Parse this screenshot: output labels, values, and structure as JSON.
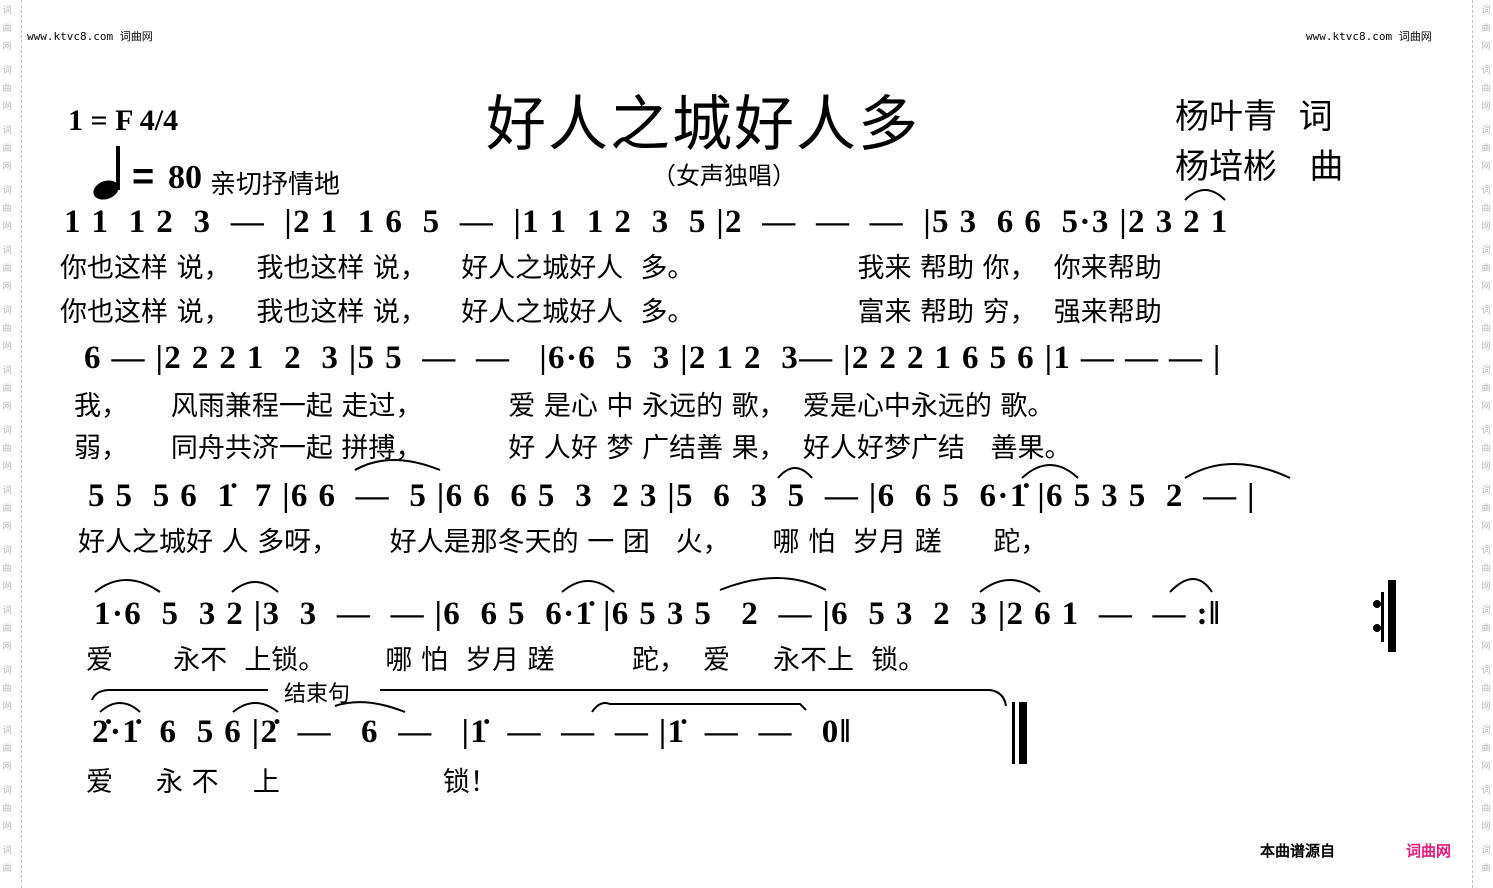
{
  "watermark": {
    "site_left": "www.ktvc8.com 词曲网",
    "site_right": "www.ktvc8.com 词曲网",
    "side_chars": [
      "词",
      "曲",
      "网"
    ]
  },
  "header": {
    "key_signature": "1 = F 4/4",
    "tempo_equals": "=",
    "tempo_bpm": "80",
    "expression": "亲切抒情地",
    "title": "好人之城好人多",
    "subtitle": "（女声独唱）",
    "lyricist": "杨叶青  词",
    "composer": "杨培彬   曲"
  },
  "score": {
    "lines": [
      {
        "notes": "1 1  1 2  3  —  |2 1  1 6  5  —  |1 1  1 2  3  5 |2  —  —  —  |5 3  6 6  5·3 |2 3 2 1",
        "lyrics": [
          "你也这样 说，   我也这样 说，    好人之城好人  多。                   我来 帮助 你，  你来帮助",
          "你也这样 说，   我也这样 说，    好人之城好人  多。                   富来 帮助 穷，  强来帮助"
        ]
      },
      {
        "notes": "6 — |2 2 2 1  2  3 |5 5  —  —   |6·6  5  3 |2 1 2  3— |2 2 2 1 6 5 6 |1 — — — |",
        "lyrics": [
          "我，     风雨兼程一起 走过，          爱 是心 中 永远的 歌，  爱是心中永远的 歌。",
          "弱，     同舟共济一起 拼搏，          好 人好 梦 广结善 果，  好人好梦广结   善果。"
        ]
      },
      {
        "notes": "5 5  5 6  1̇  7 |6 6  —  5 |6 6  6 5  3  2 3 |5  6  3  5  — |6  6 5  6·1̇ |6 5 3 5  2  — |",
        "lyrics": [
          "好人之城好 人 多呀，      好人是那冬天的 一 团   火，     哪 怕  岁月 蹉      跎，"
        ]
      },
      {
        "notes": "1·6  5  3 2 |3  3  —  — |6  6 5  6·1̇ |6 5 3 5   2  — |6  5 3  2  3 |2 6 1  —  — :‖",
        "lyrics": [
          "爱       永不  上锁。       哪 怕  岁月 蹉         跎，  爱     永不上  锁。"
        ]
      },
      {
        "ending_label": "结束句",
        "notes": "2̇·1̇  6  5 6 |2̇  —   6  —   |1̇  —  —  — |1̇  —  —   0‖",
        "lyrics": [
          "爱     永 不    上                   锁！"
        ]
      }
    ]
  },
  "footer": {
    "source_label": "本曲谱源自",
    "brand_label": "词曲网",
    "brand_color": "#e8197d"
  },
  "colors": {
    "ink": "#000000",
    "watermark": "#b8b8b8",
    "background": "#ffffff"
  }
}
